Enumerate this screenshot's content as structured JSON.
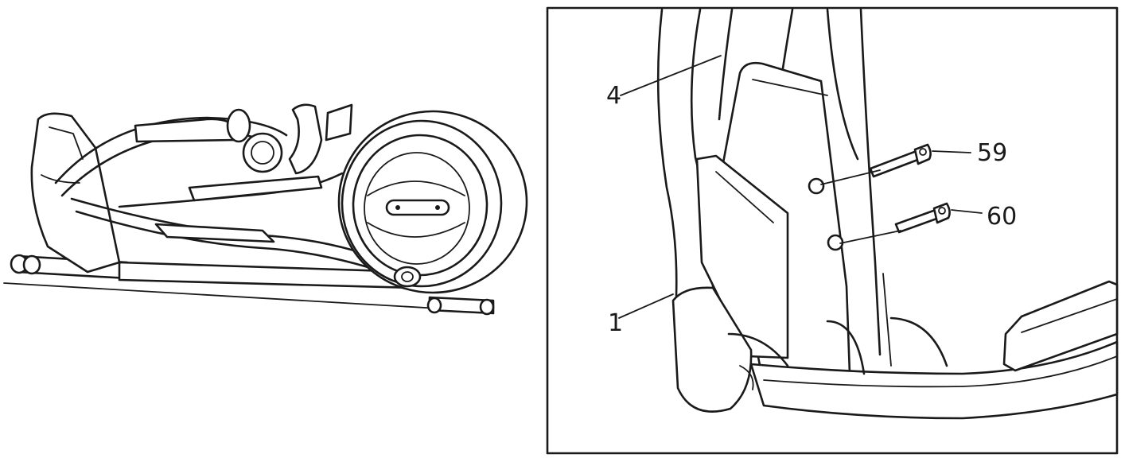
{
  "figure": {
    "left_panel": {
      "subject": "elliptical-trainer-overview"
    },
    "right_panel": {
      "subject": "handlebar-to-console-mast-assembly-detail",
      "callouts": [
        {
          "id": "c4",
          "text": "4"
        },
        {
          "id": "c1",
          "text": "1"
        },
        {
          "id": "c59",
          "text": "59"
        },
        {
          "id": "c60",
          "text": "60"
        }
      ]
    }
  },
  "colors": {
    "line": "#1a1a1a",
    "background": "#ffffff"
  }
}
